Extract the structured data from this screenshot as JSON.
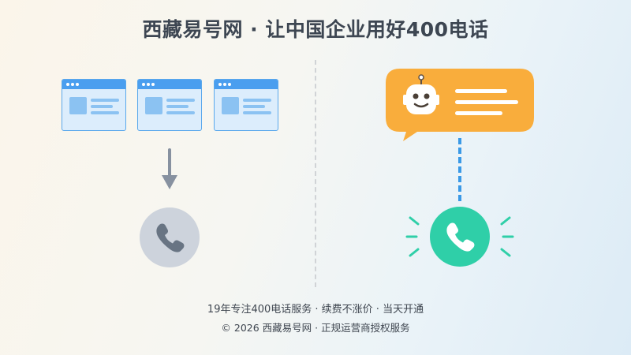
{
  "header": {
    "title": "西藏易号网 · 让中国企业用好400电话"
  },
  "illustration": {
    "left_icons": [
      "browser-window-icon",
      "browser-window-icon",
      "browser-window-icon",
      "arrow-down-icon",
      "phone-icon"
    ],
    "right_icons": [
      "robot-icon",
      "chat-bubble-icon",
      "phone-icon"
    ],
    "colors": {
      "browser_blue": "#4a9eef",
      "bubble_orange": "#f9ad3c",
      "phone_gray": "#cdd3dc",
      "phone_green": "#2fcfa8",
      "connector_blue": "#3a99e6"
    }
  },
  "footer": {
    "line1": "19年专注400电话服务 · 续费不涨价 · 当天开通",
    "line2": "© 2026 西藏易号网 · 正规运营商授权服务"
  }
}
